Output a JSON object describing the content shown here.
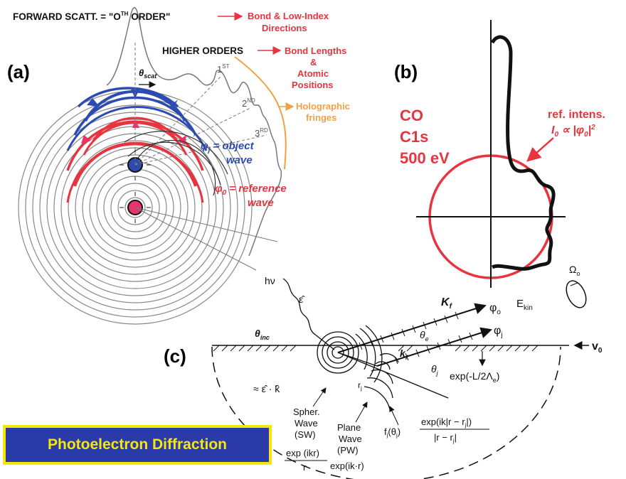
{
  "panel_a": {
    "label": "(a)",
    "forward_scatt": "FORWARD SCATT. = \"O",
    "forward_scatt_sup": "TH",
    "forward_scatt_end": " ORDER\"",
    "bond_low_index_1": "Bond & Low-Index",
    "bond_low_index_2": "Directions",
    "higher_orders": "HIGHER ORDERS",
    "bond_lengths_1": "Bond Lengths",
    "bond_lengths_2": "&",
    "bond_lengths_3": "Atomic",
    "bond_lengths_4": "Positions",
    "holographic_1": "Holographic",
    "holographic_2": "fringes",
    "theta_scat": "θ",
    "theta_scat_sub": "scat",
    "order_1": "1",
    "order_1_sup": "ST",
    "order_2": "2",
    "order_2_sup": "ND",
    "order_3": "3",
    "order_3_sup": "RD",
    "object_wave_1": "φ",
    "object_wave_1_sub": "j",
    "object_wave_2": " = object",
    "object_wave_3": "wave",
    "reference_wave_1": "φ",
    "reference_wave_1_sub": "0",
    "reference_wave_2": " = reference",
    "reference_wave_3": "wave"
  },
  "panel_b": {
    "label": "(b)",
    "co": "CO",
    "c1s": "C1s",
    "energy": "500 eV",
    "ref_intens": "ref. intens.",
    "formula": "I",
    "formula_sub": "0",
    "formula_rest": " ∝ |φ",
    "formula_sub2": "0",
    "formula_end": "|",
    "formula_sup": "2"
  },
  "panel_c": {
    "label": "(c)",
    "h_nu": "hν",
    "epsilon": "ε̂",
    "theta_inc": "θ",
    "theta_inc_sub": "inc",
    "k_f": "K",
    "k_f_sub": "f",
    "k_f2": "k",
    "k_f2_sub": "f",
    "phi_o": "φ",
    "phi_o_sub": "o",
    "phi_j": "φ",
    "phi_j_sub": "j",
    "theta_e": "θ",
    "theta_e_sub": "e",
    "theta_j": "θ",
    "theta_j_sub": "j",
    "e_kin": "E",
    "e_kin_sub": "kin",
    "omega_o": "Ω",
    "omega_o_sub": "o",
    "v0": "v",
    "v0_sub": "0",
    "exp_l": "exp(-L/2Λ",
    "exp_l_sub": "e",
    "exp_l_end": ")",
    "approx_ek": "≈ ε̂ · k̂",
    "r_j": "r",
    "r_j_sub": "j",
    "sw_1": "Spher.",
    "sw_2": "Wave",
    "sw_3": "(SW)",
    "sw_num": "exp (ikr)",
    "sw_den": "r",
    "pw_1": "Plane",
    "pw_2": "Wave",
    "pw_3": "(PW)",
    "pw_exp": "exp(ik·r)",
    "fj": "f",
    "fj_sub": "j",
    "fj_arg": "(θ",
    "fj_arg_sub": "j",
    "fj_arg_end": ")",
    "fj_num": "exp(ik|r − r",
    "fj_num_sub": "j",
    "fj_num_end": "|)",
    "fj_den": "|r − r",
    "fj_den_sub": "j",
    "fj_den_end": "|"
  },
  "banner": {
    "text": "Photoelectron Diffraction"
  },
  "colors": {
    "red": "#e8343f",
    "blue": "#2b4bb0",
    "pink": "#e8346a",
    "orange": "#f2a044",
    "banner_bg": "#2a3aa8",
    "banner_fg": "#f5e70b"
  }
}
